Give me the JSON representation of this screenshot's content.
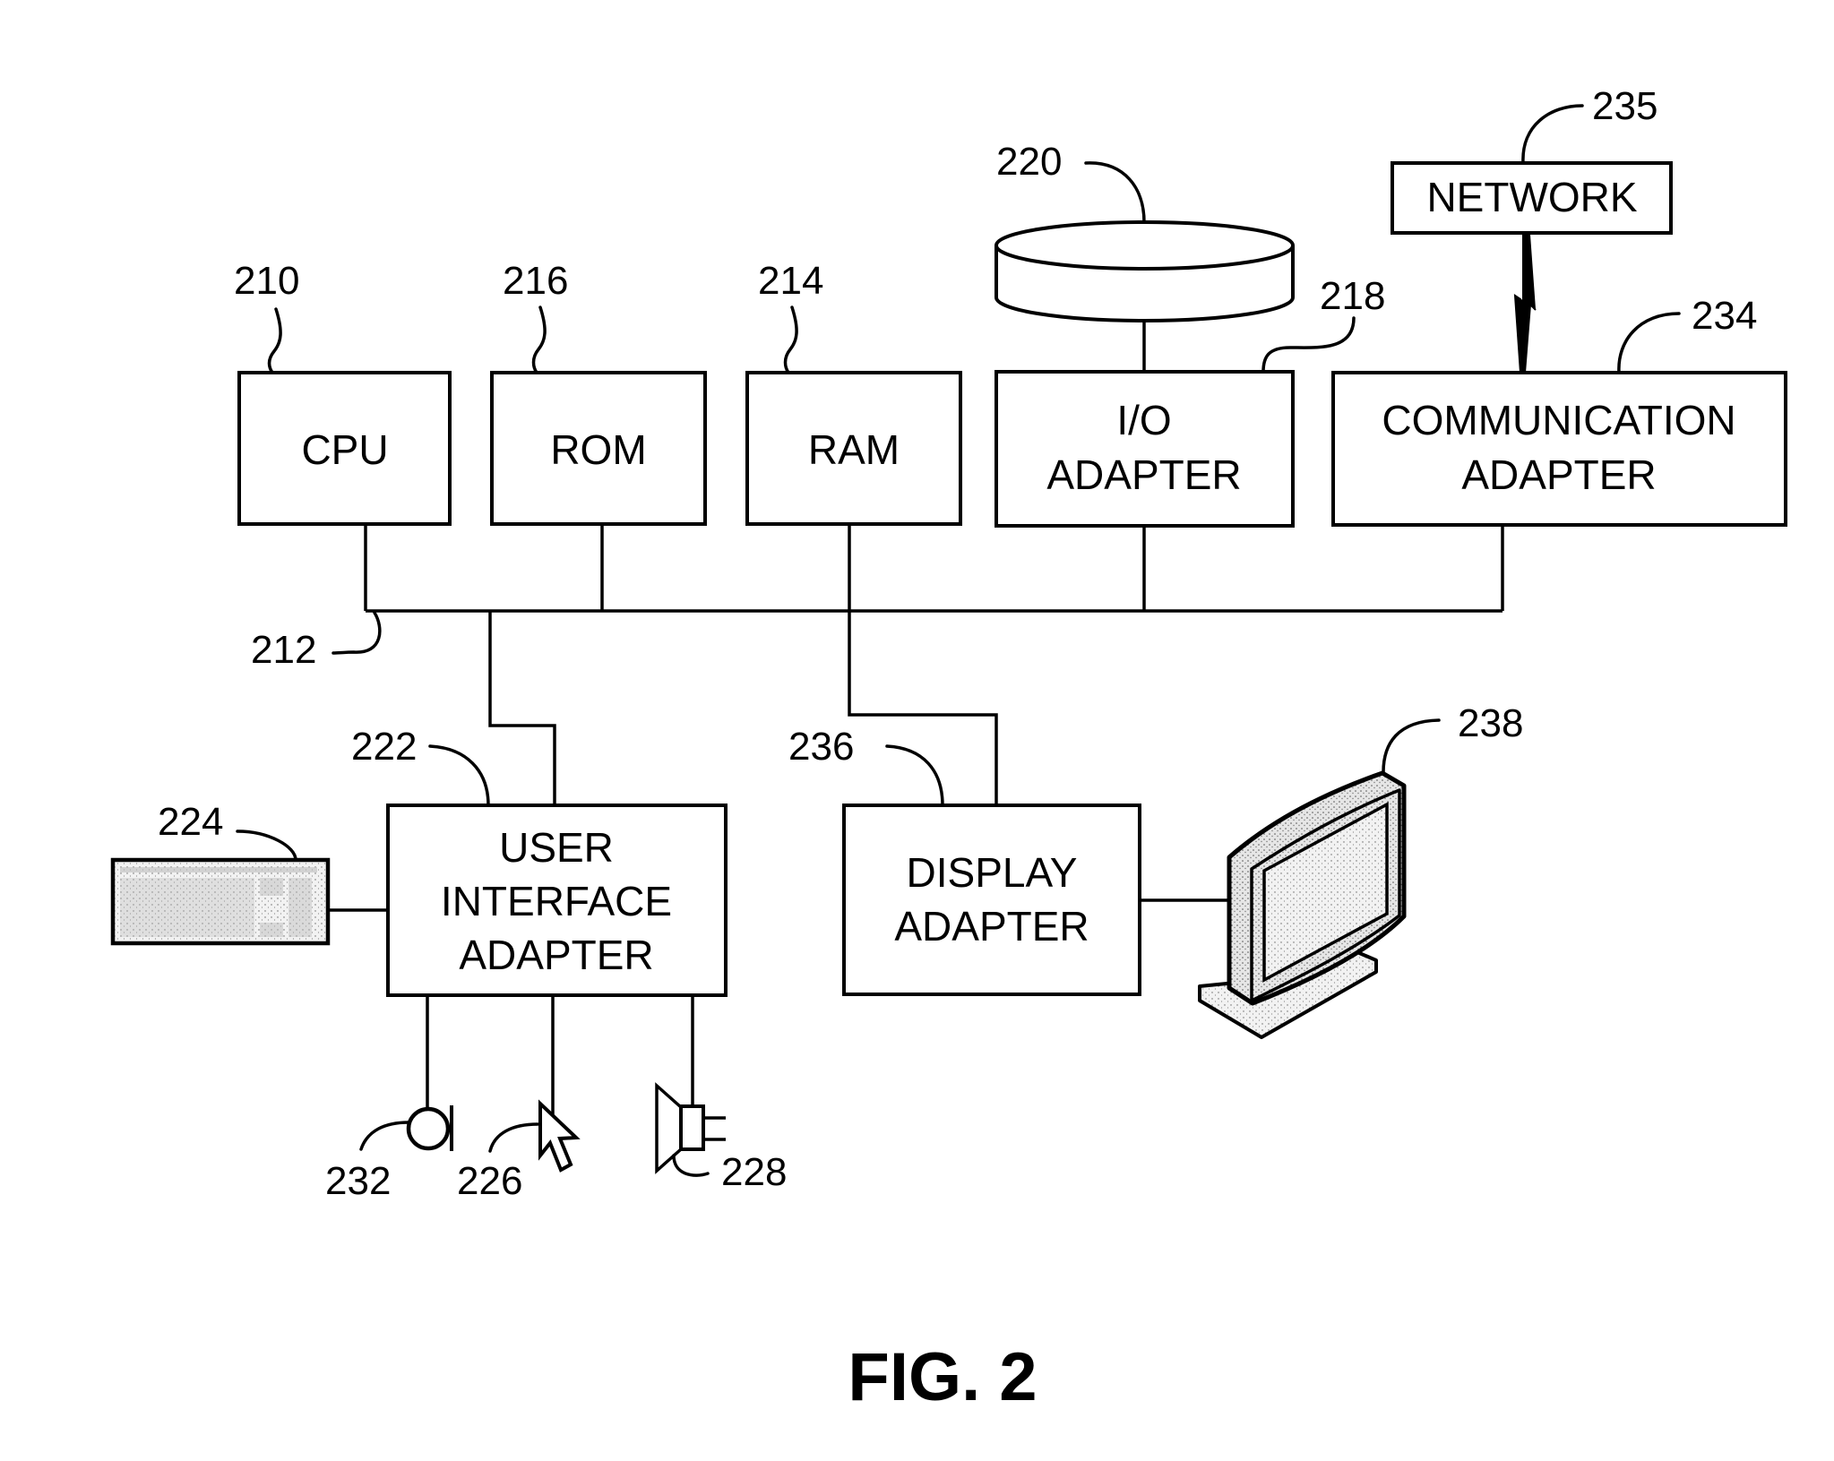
{
  "figure": {
    "caption": "FIG. 2",
    "colors": {
      "line": "#000000",
      "background": "#ffffff"
    }
  },
  "components": {
    "cpu": {
      "label": "CPU",
      "ref": "210"
    },
    "rom": {
      "label": "ROM",
      "ref": "216"
    },
    "ram": {
      "label": "RAM",
      "ref": "214"
    },
    "io_adapter": {
      "label_lines": [
        "I/O",
        "ADAPTER"
      ],
      "ref": "218"
    },
    "disk_storage": {
      "ref": "220",
      "icon": "disk-storage-icon"
    },
    "communication_adapter": {
      "label_lines": [
        "COMMUNICATION",
        "ADAPTER"
      ],
      "ref": "234"
    },
    "network": {
      "label": "NETWORK",
      "ref": "235"
    },
    "system_bus": {
      "ref": "212"
    },
    "user_interface_adapter": {
      "label_lines": [
        "USER",
        "INTERFACE",
        "ADAPTER"
      ],
      "ref": "222"
    },
    "keyboard": {
      "ref": "224",
      "icon": "keyboard-icon"
    },
    "mouse": {
      "ref": "226",
      "icon": "mouse-cursor-icon"
    },
    "speaker": {
      "ref": "228",
      "icon": "speaker-icon"
    },
    "microphone": {
      "ref": "232",
      "icon": "microphone-icon"
    },
    "display_adapter": {
      "label_lines": [
        "DISPLAY",
        "ADAPTER"
      ],
      "ref": "236"
    },
    "display_device": {
      "ref": "238",
      "icon": "monitor-icon"
    }
  }
}
